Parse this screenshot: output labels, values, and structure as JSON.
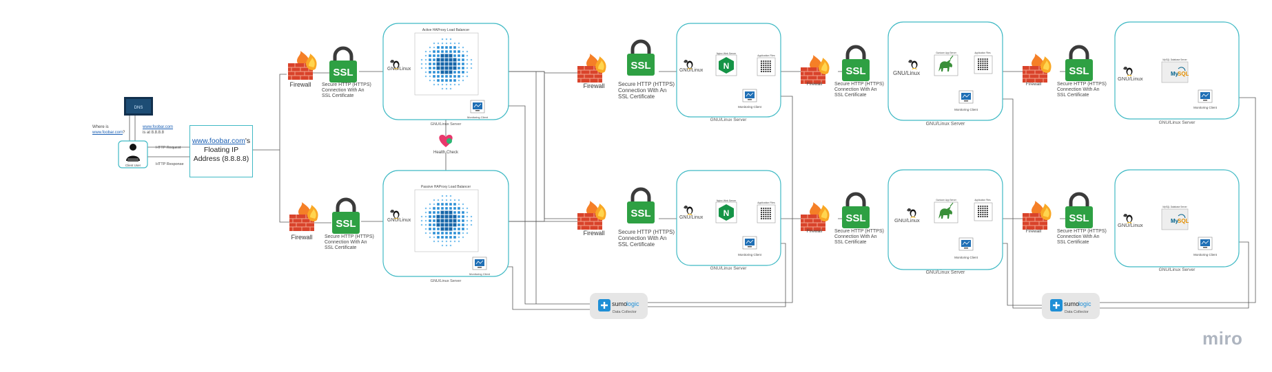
{
  "client": {
    "label": "Client User",
    "question": "Where is",
    "question_link": "www.foobar.com",
    "question_mark": "?",
    "answer_link": "www.foobar.com",
    "answer_text": "is at 8.8.8.8",
    "screen_text": "DNS"
  },
  "http": {
    "request": "HTTP Request",
    "response": "HTTP Response"
  },
  "floating_ip": {
    "domain": "www.foobar.com",
    "suffix": "'s",
    "line2": "Floating IP",
    "line3": "Address (8.8.8.8)"
  },
  "firewall_label": "Firewall",
  "ssl": {
    "badge": "SSL",
    "line1": "Secure HTTP (HTTPS)",
    "line2": "Connection With An",
    "line3": "SSL Certificate"
  },
  "os_label": "GNU/Linux",
  "server_label": "GNU/Linux Server",
  "load_balancers": {
    "active": "Active HAProxy Load Balancer",
    "passive": "Passive HAProxy Load Balancer"
  },
  "health_check": "Health Check",
  "monitoring_client": "Monitoring Client",
  "web_server_label": "Nginx Web Server",
  "app_files_label": "Application Files",
  "app_server_label": "Gunicorn App Server",
  "db_label": "MySQL Database Server",
  "mysql_logo": "MySQL",
  "sumo": {
    "brand_a": "sumo",
    "brand_b": "logic",
    "sub": "Data Collector"
  },
  "watermark": "miro",
  "colors": {
    "accent": "#3fb9c4",
    "ssl_green": "#2ea043",
    "fire": "#e8542a",
    "sumo_blue": "#1f8fd6"
  }
}
